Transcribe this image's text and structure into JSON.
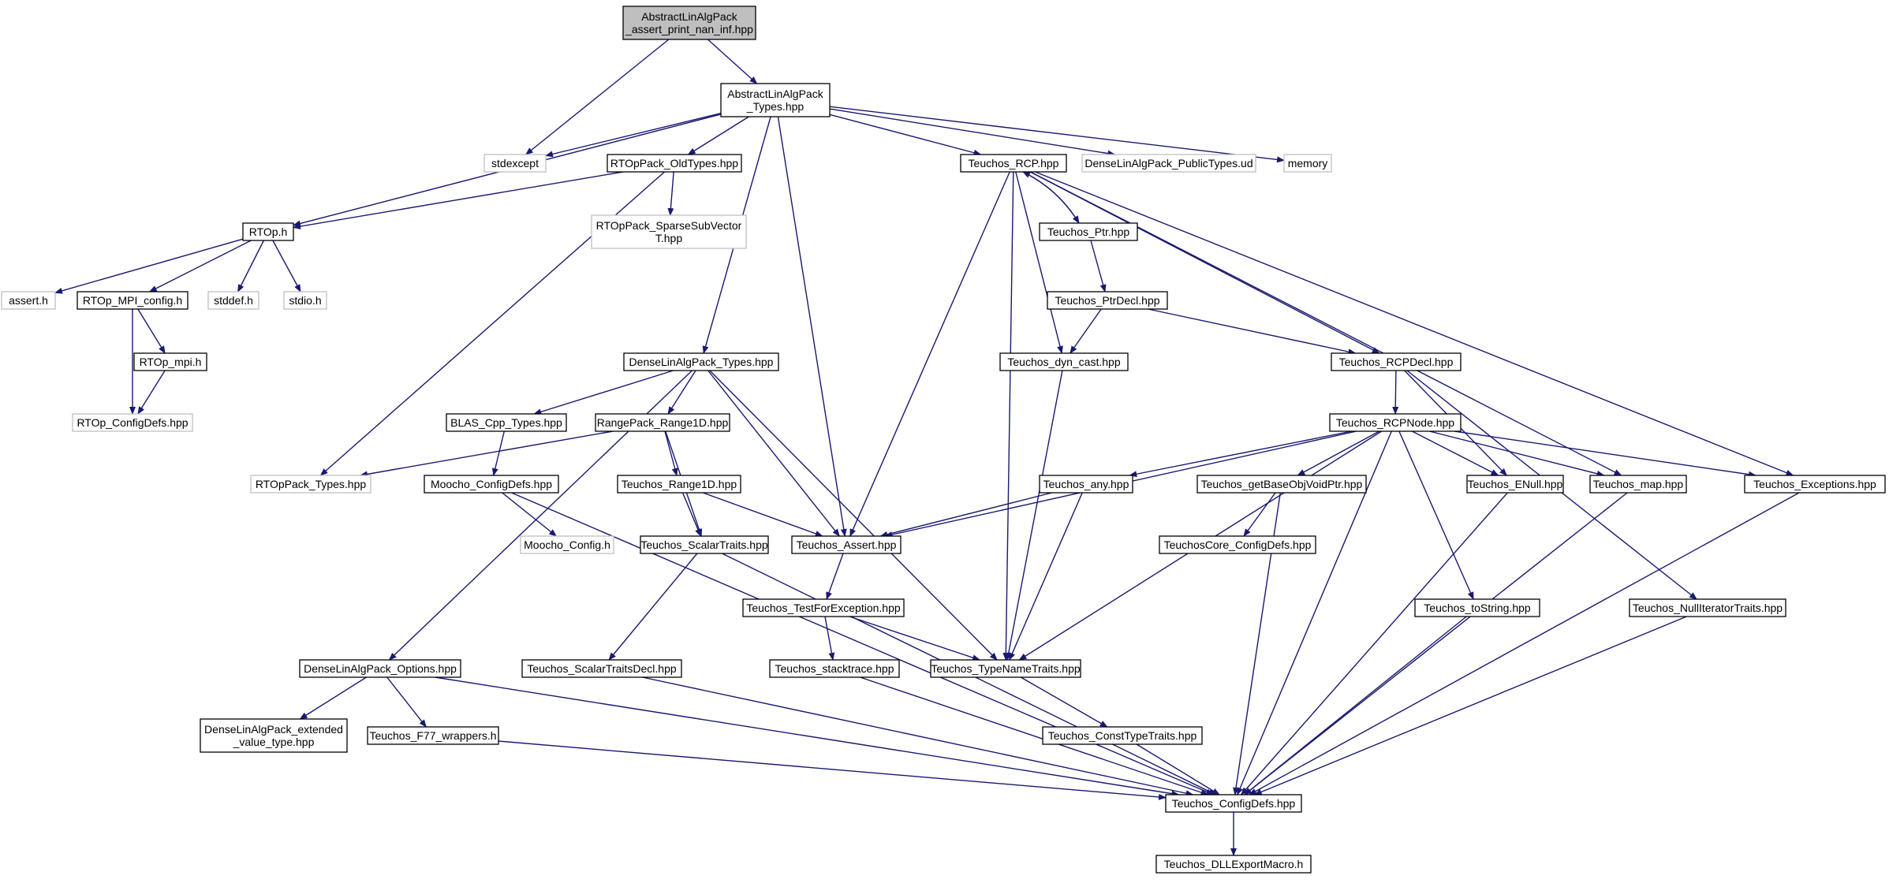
{
  "colors": {
    "edge": "#191970",
    "node_border": "#000000",
    "external_border": "#bfbfbf",
    "root_fill": "#bfbfbf",
    "node_fill": "#ffffff",
    "external_text": "#404040"
  },
  "nodes": [
    {
      "id": "root",
      "lines": [
        "AbstractLinAlgPack",
        "_assert_print_nan_inf.hpp"
      ],
      "kind": "root"
    },
    {
      "id": "alap_types",
      "lines": [
        "AbstractLinAlgPack",
        "_Types.hpp"
      ],
      "kind": "file"
    },
    {
      "id": "stdexcept",
      "lines": [
        "stdexcept"
      ],
      "kind": "external"
    },
    {
      "id": "rtop_oldtypes",
      "lines": [
        "RTOpPack_OldTypes.hpp"
      ],
      "kind": "file"
    },
    {
      "id": "teuchos_rcp",
      "lines": [
        "Teuchos_RCP.hpp"
      ],
      "kind": "file"
    },
    {
      "id": "dlap_publictypes",
      "lines": [
        "DenseLinAlgPack_PublicTypes.ud"
      ],
      "kind": "external"
    },
    {
      "id": "memory",
      "lines": [
        "memory"
      ],
      "kind": "external"
    },
    {
      "id": "rtop_h",
      "lines": [
        "RTOp.h"
      ],
      "kind": "file"
    },
    {
      "id": "rtop_sparse",
      "lines": [
        "RTOpPack_SparseSubVector",
        "T.hpp"
      ],
      "kind": "external"
    },
    {
      "id": "teuchos_ptr",
      "lines": [
        "Teuchos_Ptr.hpp"
      ],
      "kind": "file"
    },
    {
      "id": "assert_h",
      "lines": [
        "assert.h"
      ],
      "kind": "external"
    },
    {
      "id": "rtop_mpi_config",
      "lines": [
        "RTOp_MPI_config.h"
      ],
      "kind": "file"
    },
    {
      "id": "stddef_h",
      "lines": [
        "stddef.h"
      ],
      "kind": "external"
    },
    {
      "id": "stdio_h",
      "lines": [
        "stdio.h"
      ],
      "kind": "external"
    },
    {
      "id": "teuchos_ptrdecl",
      "lines": [
        "Teuchos_PtrDecl.hpp"
      ],
      "kind": "file"
    },
    {
      "id": "rtop_mpi_h",
      "lines": [
        "RTOp_mpi.h"
      ],
      "kind": "file"
    },
    {
      "id": "dlap_types",
      "lines": [
        "DenseLinAlgPack_Types.hpp"
      ],
      "kind": "file"
    },
    {
      "id": "teuchos_dyn_cast",
      "lines": [
        "Teuchos_dyn_cast.hpp"
      ],
      "kind": "file"
    },
    {
      "id": "teuchos_rcpdecl",
      "lines": [
        "Teuchos_RCPDecl.hpp"
      ],
      "kind": "file"
    },
    {
      "id": "rtop_configdefs",
      "lines": [
        "RTOp_ConfigDefs.hpp"
      ],
      "kind": "external"
    },
    {
      "id": "blas_cpp_types",
      "lines": [
        "BLAS_Cpp_Types.hpp"
      ],
      "kind": "file"
    },
    {
      "id": "rangepack_range1d",
      "lines": [
        "RangePack_Range1D.hpp"
      ],
      "kind": "file"
    },
    {
      "id": "teuchos_rcpnode",
      "lines": [
        "Teuchos_RCPNode.hpp"
      ],
      "kind": "file"
    },
    {
      "id": "rtoppack_types",
      "lines": [
        "RTOpPack_Types.hpp"
      ],
      "kind": "external"
    },
    {
      "id": "moocho_configdefs",
      "lines": [
        "Moocho_ConfigDefs.hpp"
      ],
      "kind": "file"
    },
    {
      "id": "teuchos_range1d",
      "lines": [
        "Teuchos_Range1D.hpp"
      ],
      "kind": "file"
    },
    {
      "id": "teuchos_any",
      "lines": [
        "Teuchos_any.hpp"
      ],
      "kind": "file"
    },
    {
      "id": "teuchos_getbaseobj",
      "lines": [
        "Teuchos_getBaseObjVoidPtr.hpp"
      ],
      "kind": "file"
    },
    {
      "id": "teuchos_enull",
      "lines": [
        "Teuchos_ENull.hpp"
      ],
      "kind": "file"
    },
    {
      "id": "teuchos_map",
      "lines": [
        "Teuchos_map.hpp"
      ],
      "kind": "file"
    },
    {
      "id": "teuchos_exceptions",
      "lines": [
        "Teuchos_Exceptions.hpp"
      ],
      "kind": "file"
    },
    {
      "id": "moocho_config",
      "lines": [
        "Moocho_Config.h"
      ],
      "kind": "external"
    },
    {
      "id": "teuchos_scalartraits",
      "lines": [
        "Teuchos_ScalarTraits.hpp"
      ],
      "kind": "file"
    },
    {
      "id": "teuchos_assert",
      "lines": [
        "Teuchos_Assert.hpp"
      ],
      "kind": "file"
    },
    {
      "id": "teuchoscore_configdefs",
      "lines": [
        "TeuchosCore_ConfigDefs.hpp"
      ],
      "kind": "file"
    },
    {
      "id": "teuchos_testforexception",
      "lines": [
        "Teuchos_TestForException.hpp"
      ],
      "kind": "file"
    },
    {
      "id": "teuchos_tostring",
      "lines": [
        "Teuchos_toString.hpp"
      ],
      "kind": "file"
    },
    {
      "id": "teuchos_nulliteratortraits",
      "lines": [
        "Teuchos_NullIteratorTraits.hpp"
      ],
      "kind": "file"
    },
    {
      "id": "dlap_options",
      "lines": [
        "DenseLinAlgPack_Options.hpp"
      ],
      "kind": "file"
    },
    {
      "id": "teuchos_scalartraitsdecl",
      "lines": [
        "Teuchos_ScalarTraitsDecl.hpp"
      ],
      "kind": "file"
    },
    {
      "id": "teuchos_stacktrace",
      "lines": [
        "Teuchos_stacktrace.hpp"
      ],
      "kind": "file"
    },
    {
      "id": "teuchos_typenametraits",
      "lines": [
        "Teuchos_TypeNameTraits.hpp"
      ],
      "kind": "file"
    },
    {
      "id": "dlap_extended",
      "lines": [
        "DenseLinAlgPack_extended",
        "_value_type.hpp"
      ],
      "kind": "file"
    },
    {
      "id": "teuchos_f77",
      "lines": [
        "Teuchos_F77_wrappers.h"
      ],
      "kind": "file"
    },
    {
      "id": "teuchos_consttypetraits",
      "lines": [
        "Teuchos_ConstTypeTraits.hpp"
      ],
      "kind": "file"
    },
    {
      "id": "teuchos_configdefs",
      "lines": [
        "Teuchos_ConfigDefs.hpp"
      ],
      "kind": "file"
    },
    {
      "id": "teuchos_dllexport",
      "lines": [
        "Teuchos_DLLExportMacro.h"
      ],
      "kind": "file"
    }
  ],
  "edges": [
    [
      "root",
      "alap_types"
    ],
    [
      "root",
      "stdexcept"
    ],
    [
      "alap_types",
      "stdexcept"
    ],
    [
      "alap_types",
      "rtop_oldtypes"
    ],
    [
      "alap_types",
      "teuchos_rcp"
    ],
    [
      "alap_types",
      "dlap_publictypes"
    ],
    [
      "alap_types",
      "memory"
    ],
    [
      "alap_types",
      "rtop_h"
    ],
    [
      "alap_types",
      "dlap_types"
    ],
    [
      "alap_types",
      "teuchos_assert"
    ],
    [
      "rtop_oldtypes",
      "rtop_h"
    ],
    [
      "rtop_oldtypes",
      "rtop_sparse"
    ],
    [
      "rtop_oldtypes",
      "rtoppack_types"
    ],
    [
      "rtop_h",
      "assert_h"
    ],
    [
      "rtop_h",
      "rtop_mpi_config"
    ],
    [
      "rtop_h",
      "stddef_h"
    ],
    [
      "rtop_h",
      "stdio_h"
    ],
    [
      "rtop_mpi_config",
      "rtop_mpi_h"
    ],
    [
      "rtop_mpi_config",
      "rtop_configdefs"
    ],
    [
      "rtop_mpi_h",
      "rtop_configdefs"
    ],
    [
      "teuchos_rcp",
      "teuchos_ptr"
    ],
    [
      "teuchos_ptr",
      "teuchos_rcp"
    ],
    [
      "teuchos_rcp",
      "teuchos_rcpdecl"
    ],
    [
      "teuchos_rcp",
      "teuchos_dyn_cast"
    ],
    [
      "teuchos_rcp",
      "teuchos_assert"
    ],
    [
      "teuchos_rcp",
      "teuchos_typenametraits"
    ],
    [
      "teuchos_rcp",
      "teuchos_map"
    ],
    [
      "teuchos_rcp",
      "teuchos_exceptions"
    ],
    [
      "teuchos_ptr",
      "teuchos_ptrdecl"
    ],
    [
      "teuchos_ptrdecl",
      "teuchos_dyn_cast"
    ],
    [
      "teuchos_ptrdecl",
      "teuchos_rcpdecl"
    ],
    [
      "teuchos_dyn_cast",
      "teuchos_typenametraits"
    ],
    [
      "teuchos_rcpdecl",
      "teuchos_rcpnode"
    ],
    [
      "teuchos_rcpdecl",
      "teuchos_enull"
    ],
    [
      "teuchos_rcpdecl",
      "teuchos_nulliteratortraits"
    ],
    [
      "dlap_types",
      "blas_cpp_types"
    ],
    [
      "dlap_types",
      "rangepack_range1d"
    ],
    [
      "dlap_types",
      "teuchos_assert"
    ],
    [
      "dlap_types",
      "teuchos_typenametraits"
    ],
    [
      "dlap_types",
      "dlap_options"
    ],
    [
      "blas_cpp_types",
      "moocho_configdefs"
    ],
    [
      "rangepack_range1d",
      "rtoppack_types"
    ],
    [
      "rangepack_range1d",
      "teuchos_range1d"
    ],
    [
      "rangepack_range1d",
      "teuchos_scalartraits"
    ],
    [
      "teuchos_range1d",
      "teuchos_scalartraits"
    ],
    [
      "teuchos_range1d",
      "teuchos_assert"
    ],
    [
      "moocho_configdefs",
      "moocho_config"
    ],
    [
      "moocho_configdefs",
      "teuchos_configdefs"
    ],
    [
      "teuchos_rcpnode",
      "teuchos_assert"
    ],
    [
      "teuchos_rcpnode",
      "teuchos_any"
    ],
    [
      "teuchos_rcpnode",
      "teuchos_getbaseobj"
    ],
    [
      "teuchos_rcpnode",
      "teuchos_enull"
    ],
    [
      "teuchos_rcpnode",
      "teuchos_map"
    ],
    [
      "teuchos_rcpnode",
      "teuchos_exceptions"
    ],
    [
      "teuchos_rcpnode",
      "teuchos_tostring"
    ],
    [
      "teuchos_rcpnode",
      "teuchos_typenametraits"
    ],
    [
      "teuchos_rcpnode",
      "teuchos_configdefs"
    ],
    [
      "teuchos_any",
      "teuchos_assert"
    ],
    [
      "teuchos_any",
      "teuchos_typenametraits"
    ],
    [
      "teuchos_getbaseobj",
      "teuchoscore_configdefs"
    ],
    [
      "teuchos_getbaseobj",
      "teuchos_configdefs"
    ],
    [
      "teuchos_enull",
      "teuchos_configdefs"
    ],
    [
      "teuchos_map",
      "teuchos_configdefs"
    ],
    [
      "teuchos_exceptions",
      "teuchos_configdefs"
    ],
    [
      "teuchos_scalartraits",
      "teuchos_scalartraitsdecl"
    ],
    [
      "teuchos_scalartraits",
      "teuchos_configdefs"
    ],
    [
      "teuchos_assert",
      "teuchos_testforexception"
    ],
    [
      "teuchos_testforexception",
      "teuchos_stacktrace"
    ],
    [
      "teuchos_testforexception",
      "teuchos_typenametraits"
    ],
    [
      "teuchos_tostring",
      "teuchos_configdefs"
    ],
    [
      "teuchos_nulliteratortraits",
      "teuchos_configdefs"
    ],
    [
      "dlap_options",
      "dlap_extended"
    ],
    [
      "dlap_options",
      "teuchos_f77"
    ],
    [
      "dlap_options",
      "teuchos_configdefs"
    ],
    [
      "teuchos_scalartraitsdecl",
      "teuchos_configdefs"
    ],
    [
      "teuchos_stacktrace",
      "teuchos_configdefs"
    ],
    [
      "teuchos_typenametraits",
      "teuchos_consttypetraits"
    ],
    [
      "teuchos_consttypetraits",
      "teuchos_configdefs"
    ],
    [
      "teuchos_f77",
      "teuchos_configdefs"
    ],
    [
      "teuchos_configdefs",
      "teuchos_dllexport"
    ]
  ]
}
